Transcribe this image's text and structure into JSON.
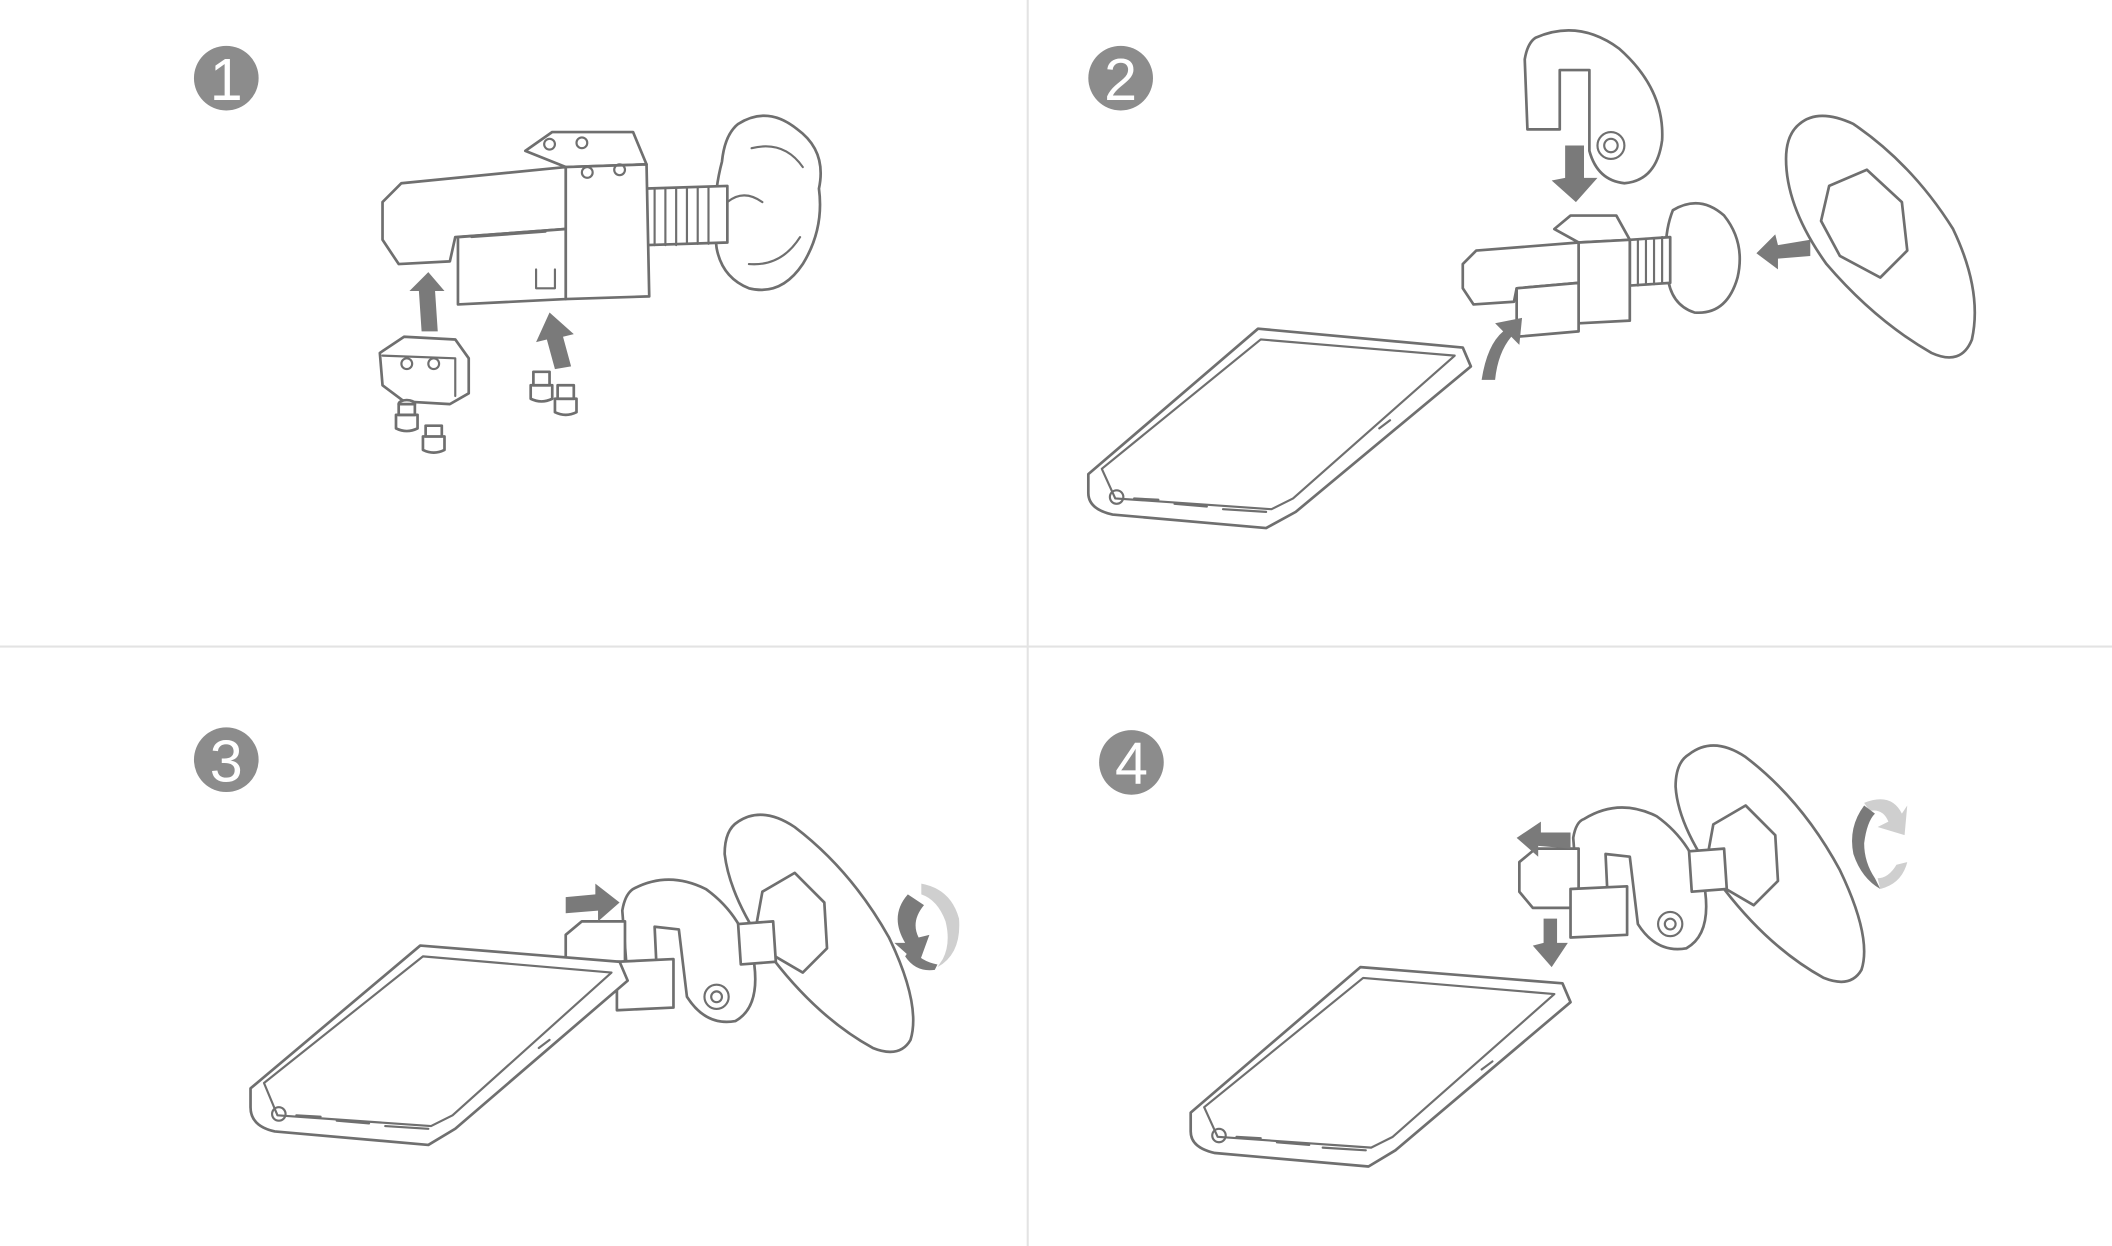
{
  "steps": [
    {
      "number": "1"
    },
    {
      "number": "2"
    },
    {
      "number": "3"
    },
    {
      "number": "4"
    }
  ],
  "colors": {
    "badge": "#8c8c8c",
    "line_art": "#6f6f6f",
    "arrow": "#7a7a7a",
    "arrow_light": "#cfcfcf",
    "divider": "#e3e3e3",
    "background": "#ffffff"
  }
}
